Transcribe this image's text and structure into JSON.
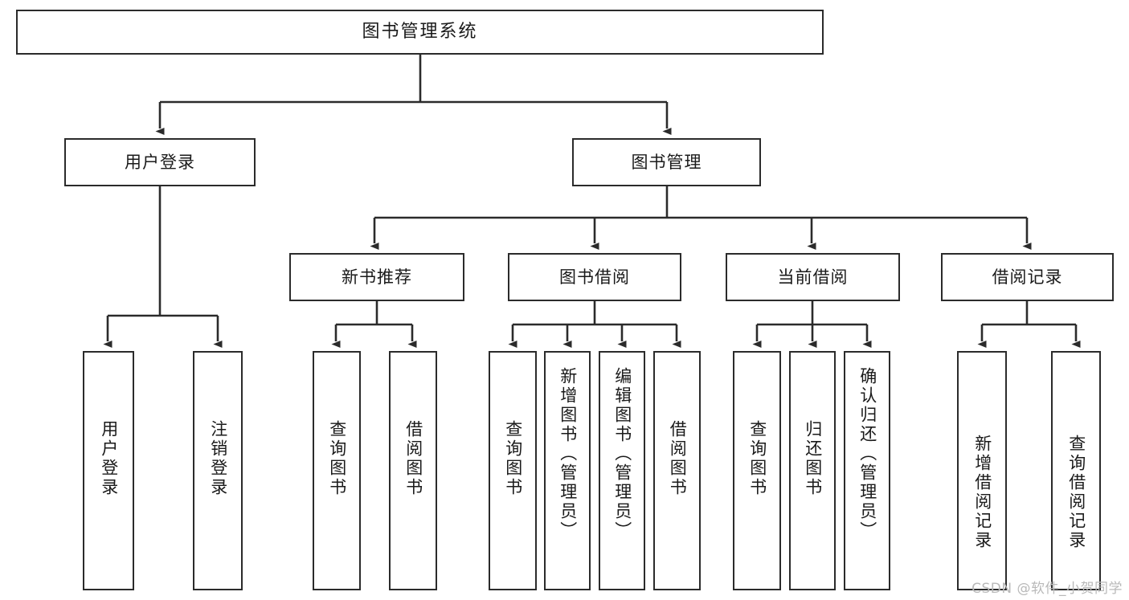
{
  "diagram": {
    "title": "图书管理系统",
    "type": "functional-structure-tree",
    "stroke_color": "#2b2b2b",
    "background_color": "#ffffff",
    "watermark": "CSDN @软件_小贺同学",
    "levels": [
      {
        "level": 1,
        "nodes": [
          {
            "id": "root",
            "label": "图书管理系统",
            "orientation": "horizontal"
          }
        ]
      },
      {
        "level": 2,
        "nodes": [
          {
            "id": "login",
            "label": "用户登录",
            "orientation": "horizontal",
            "parent": "root"
          },
          {
            "id": "bookmgmt",
            "label": "图书管理",
            "orientation": "horizontal",
            "parent": "root"
          }
        ]
      },
      {
        "level": 3,
        "nodes": [
          {
            "id": "newbook",
            "label": "新书推荐",
            "orientation": "horizontal",
            "parent": "bookmgmt"
          },
          {
            "id": "borrow",
            "label": "图书借阅",
            "orientation": "horizontal",
            "parent": "bookmgmt"
          },
          {
            "id": "current",
            "label": "当前借阅",
            "orientation": "horizontal",
            "parent": "bookmgmt"
          },
          {
            "id": "record",
            "label": "借阅记录",
            "orientation": "horizontal",
            "parent": "bookmgmt"
          }
        ]
      },
      {
        "level": 4,
        "nodes": [
          {
            "id": "leaf-user-login",
            "label": "用户登录",
            "orientation": "vertical",
            "parent": "login"
          },
          {
            "id": "leaf-user-logout",
            "label": "注销登录",
            "orientation": "vertical",
            "parent": "login"
          },
          {
            "id": "leaf-nb-query",
            "label": "查询图书",
            "orientation": "vertical",
            "parent": "newbook"
          },
          {
            "id": "leaf-nb-borrow",
            "label": "借阅图书",
            "orientation": "vertical",
            "parent": "newbook"
          },
          {
            "id": "leaf-bw-query",
            "label": "查询图书",
            "orientation": "vertical",
            "parent": "borrow"
          },
          {
            "id": "leaf-bw-add",
            "label": "新增图书（管理员）",
            "orientation": "vertical",
            "parent": "borrow"
          },
          {
            "id": "leaf-bw-edit",
            "label": "编辑图书（管理员）",
            "orientation": "vertical",
            "parent": "borrow"
          },
          {
            "id": "leaf-bw-borrow",
            "label": "借阅图书",
            "orientation": "vertical",
            "parent": "borrow"
          },
          {
            "id": "leaf-cur-query",
            "label": "查询图书",
            "orientation": "vertical",
            "parent": "current"
          },
          {
            "id": "leaf-cur-return",
            "label": "归还图书",
            "orientation": "vertical",
            "parent": "current"
          },
          {
            "id": "leaf-cur-confirm",
            "label": "确认归还（管理员）",
            "orientation": "vertical",
            "parent": "current"
          },
          {
            "id": "leaf-rec-add",
            "label": "新增借阅记录",
            "orientation": "vertical",
            "parent": "record"
          },
          {
            "id": "leaf-rec-query",
            "label": "查询借阅记录",
            "orientation": "vertical",
            "parent": "record"
          }
        ]
      }
    ]
  }
}
